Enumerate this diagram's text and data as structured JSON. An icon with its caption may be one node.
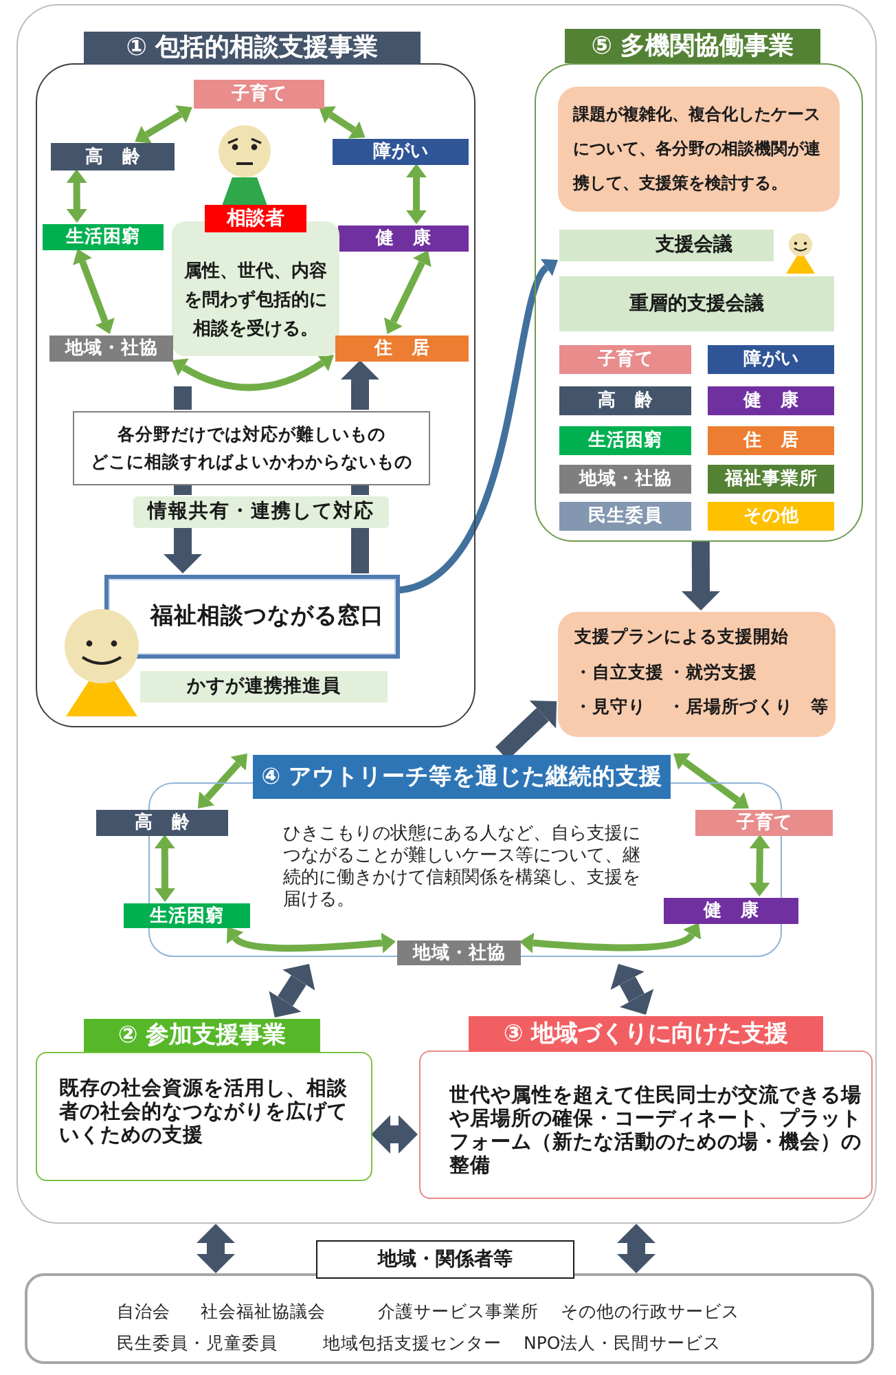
{
  "diagram": {
    "nodes": [
      {
        "text": [],
        "shape": "box"
      },
      {
        "text": [
          "① 包括的相談支援事業"
        ],
        "in": 0
      },
      {
        "text": [
          "子育て"
        ],
        "in": 1
      },
      {
        "text": [
          "高　齢"
        ],
        "in": 1
      },
      {
        "text": [
          "障がい"
        ],
        "in": 1
      },
      {
        "text": [
          "相談者"
        ],
        "in": 1
      },
      {
        "text": [
          "生活困窮"
        ],
        "in": 1
      },
      {
        "text": [
          "健　康"
        ],
        "in": 1
      },
      {
        "text": [
          "属性、世代、内容を問わず包括的に相談を受ける。"
        ],
        "in": 1
      },
      {
        "text": [
          "地域・社協"
        ],
        "in": 1
      },
      {
        "text": [
          "住　居"
        ],
        "in": 1
      },
      {
        "text": [
          "各分野だけでは対応が難しいもの",
          "どこに相談すればよいかわからないもの"
        ],
        "in": 1
      },
      {
        "text": [
          "情報共有・連携して対応"
        ],
        "in": 1
      },
      {
        "text": [
          "福祉相談つながる窓口"
        ],
        "in": 1
      },
      {
        "text": [
          "かすが連携推進員"
        ],
        "in": 1
      },
      {
        "text": [
          "⑤ 多機関協働事業"
        ],
        "in": 0
      },
      {
        "text": [
          "課題が複雑化、複合化したケースについて、各分野の相談機関が連携して、支援策を検討する。"
        ],
        "in": 15
      },
      {
        "text": [
          "支援会議"
        ],
        "in": 15
      },
      {
        "text": [
          "重層的支援会議"
        ],
        "in": 15
      },
      {
        "text": [
          "子育て"
        ],
        "in": 15
      },
      {
        "text": [
          "障がい"
        ],
        "in": 15
      },
      {
        "text": [
          "高　齢"
        ],
        "in": 15
      },
      {
        "text": [
          "健　康"
        ],
        "in": 15
      },
      {
        "text": [
          "生活困窮"
        ],
        "in": 15
      },
      {
        "text": [
          "住　居"
        ],
        "in": 15
      },
      {
        "text": [
          "地域・社協"
        ],
        "in": 15
      },
      {
        "text": [
          "福祉事業所"
        ],
        "in": 15
      },
      {
        "text": [
          "民生委員"
        ],
        "in": 15
      },
      {
        "text": [
          "その他"
        ],
        "in": 15
      },
      {
        "text": [
          "支援プランによる支援開始",
          "・自立支援",
          "・就労支援",
          "・見守り",
          "・居場所づくり　等"
        ],
        "in": 0
      },
      {
        "text": [
          "④ アウトリーチ等を通じた継続的支援",
          "ひきこもりの状態にある人など、自ら支援につながることが難しいケース等について、継続的に働きかけて信頼関係を構築し、支援を届ける。"
        ],
        "in": 0
      },
      {
        "text": [
          "高　齢"
        ],
        "in": 30
      },
      {
        "text": [
          "子育て"
        ],
        "in": 30
      },
      {
        "text": [
          "生活困窮"
        ],
        "in": 30
      },
      {
        "text": [
          "健　康"
        ],
        "in": 30
      },
      {
        "text": [
          "地域・社協"
        ],
        "in": 30
      },
      {
        "text": [
          "② 参加支援事業",
          "既存の社会資源を活用し、相談者の社会的なつながりを広げていくための支援"
        ],
        "in": 0
      },
      {
        "text": [
          "③ 地域づくりに向けた支援",
          "世代や属性を超えて住民同士が交流できる場や居場所の確保・コーディネート、プラットフォーム（新たな活動のための場・機会）の整備"
        ],
        "in": 0
      },
      {
        "text": [
          "地域・関係者等"
        ]
      },
      {
        "text": [
          "自治会",
          "社会福祉協議会",
          "介護サービス事業所",
          "その他の行政サービス",
          "民生委員・児童委員",
          "地域包括支援センター",
          "NPO法人・民間サービス"
        ]
      }
    ],
    "edges": [
      {
        "from": 3,
        "to": 2,
        "arrow": "both"
      },
      {
        "from": 2,
        "to": 4,
        "arrow": "both"
      },
      {
        "from": 3,
        "to": 6,
        "arrow": "both"
      },
      {
        "from": 4,
        "to": 7,
        "arrow": "both"
      },
      {
        "from": 6,
        "to": 9,
        "arrow": "both"
      },
      {
        "from": 7,
        "to": 10,
        "arrow": "both"
      },
      {
        "from": 9,
        "to": 10,
        "arrow": "both"
      },
      {
        "from": null,
        "to": 11,
        "arrow": "none",
        "style": "thick",
        "color": "#44546a"
      },
      {
        "from": 11,
        "to": 12,
        "arrow": "none",
        "style": "thick",
        "color": "#44546a"
      },
      {
        "from": 12,
        "to": 13,
        "arrow": "to",
        "style": "thick",
        "color": "#44546a"
      },
      {
        "from": 13,
        "to": 12,
        "arrow": "none",
        "style": "thick",
        "color": "#44546a"
      },
      {
        "from": 12,
        "to": 11,
        "arrow": "none",
        "style": "thick",
        "color": "#44546a"
      },
      {
        "from": 11,
        "to": 10,
        "arrow": "to",
        "style": "thick",
        "color": "#44546a"
      },
      {
        "from": 13,
        "to": 17,
        "arrow": "to",
        "color": "#41719c"
      },
      {
        "from": 15,
        "to": 29,
        "arrow": "to",
        "style": "thick",
        "color": "#44546a"
      },
      {
        "from": 30,
        "to": 29,
        "arrow": "to",
        "style": "thick",
        "color": "#44546a"
      },
      {
        "from": 31,
        "to": 30,
        "arrow": "both"
      },
      {
        "from": 32,
        "to": 30,
        "arrow": "both"
      },
      {
        "from": 31,
        "to": 33,
        "arrow": "both"
      },
      {
        "from": 32,
        "to": 34,
        "arrow": "both"
      },
      {
        "from": 33,
        "to": 35,
        "arrow": "both"
      },
      {
        "from": 34,
        "to": 35,
        "arrow": "both"
      },
      {
        "from": 30,
        "to": 36,
        "arrow": "both",
        "style": "thick",
        "color": "#44546a"
      },
      {
        "from": 30,
        "to": 37,
        "arrow": "both",
        "style": "thick",
        "color": "#44546a"
      },
      {
        "from": 36,
        "to": 37,
        "arrow": "both",
        "style": "thick",
        "color": "#44546a"
      },
      {
        "from": 0,
        "to": 39,
        "arrow": "both",
        "style": "thick",
        "color": "#44546a"
      },
      {
        "from": 0,
        "to": 39,
        "arrow": "both",
        "style": "thick",
        "color": "#44546a"
      }
    ]
  }
}
